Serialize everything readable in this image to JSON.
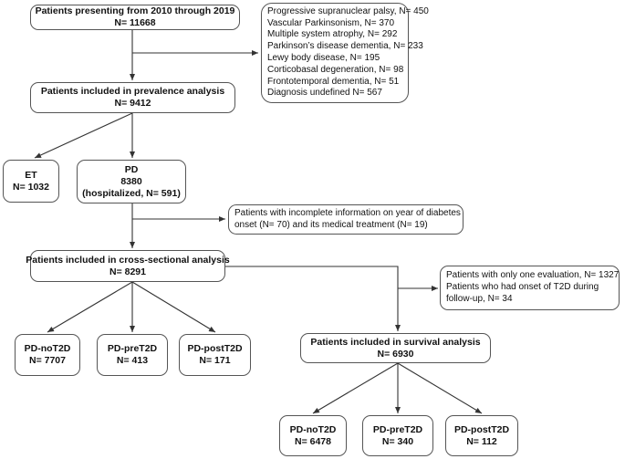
{
  "boxes": {
    "start": {
      "line1": "Patients presenting from 2010 through 2019",
      "line2": "N= 11668"
    },
    "excluded_dx": {
      "items": [
        "Progressive supranuclear palsy, N= 450",
        "Vascular Parkinsonism, N= 370",
        "Multiple system atrophy, N= 292",
        "Parkinson’s disease dementia, N= 233",
        "Lewy body disease, N= 195",
        "Corticobasal degeneration, N= 98",
        "Frontotemporal  dementia, N= 51",
        "Diagnosis undefined N= 567"
      ]
    },
    "prevalence": {
      "line1": "Patients included in prevalence analysis",
      "line2": "N= 9412"
    },
    "et": {
      "line1": "ET",
      "line2": "N= 1032"
    },
    "pd": {
      "line1": "PD",
      "line2": "8380",
      "line3": "(hospitalized, N= 591)"
    },
    "incomplete": {
      "line1": "Patients with incomplete information on year of diabetes",
      "line2": "onset (N= 70) and its medical treatment (N= 19)"
    },
    "cross": {
      "line1": "Patients included in cross-sectional analysis",
      "line2": "N= 8291"
    },
    "excluded_survival": {
      "line1": "Patients with only one evaluation, N= 1327",
      "line2": "Patients who had onset of T2D during",
      "line3": "follow-up, N= 34"
    },
    "cs_no": {
      "line1": "PD-noT2D",
      "line2": "N= 7707"
    },
    "cs_pre": {
      "line1": "PD-preT2D",
      "line2": "N= 413"
    },
    "cs_post": {
      "line1": "PD-postT2D",
      "line2": "N= 171"
    },
    "survival": {
      "line1": "Patients included in survival analysis",
      "line2": "N= 6930"
    },
    "sv_no": {
      "line1": "PD-noT2D",
      "line2": "N= 6478"
    },
    "sv_pre": {
      "line1": "PD-preT2D",
      "line2": "N= 340"
    },
    "sv_post": {
      "line1": "PD-postT2D",
      "line2": "N= 112"
    }
  }
}
